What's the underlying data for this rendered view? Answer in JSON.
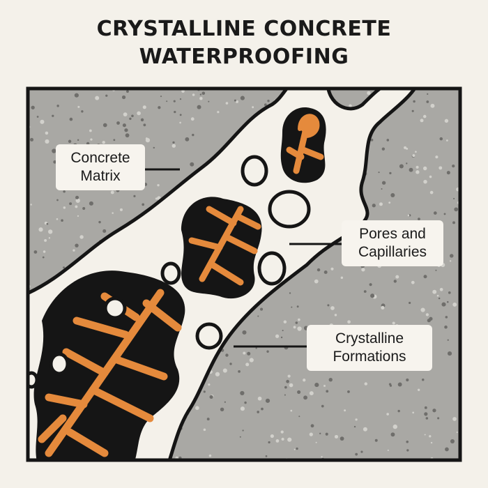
{
  "title_line1": "CRYSTALLINE CONCRETE",
  "title_line2": "WATERPROOFING",
  "labels": {
    "concrete_matrix": {
      "line1": "Concrete",
      "line2": "Matrix"
    },
    "pores": {
      "line1": "Pores and",
      "line2": "Capillaries"
    },
    "crystalline": {
      "line1": "Crystalline",
      "line2": "Formations"
    }
  },
  "colors": {
    "concrete": "#a9a8a4",
    "crystal": "#e58a3c",
    "void": "#151515",
    "band": "#f4f1ea"
  }
}
